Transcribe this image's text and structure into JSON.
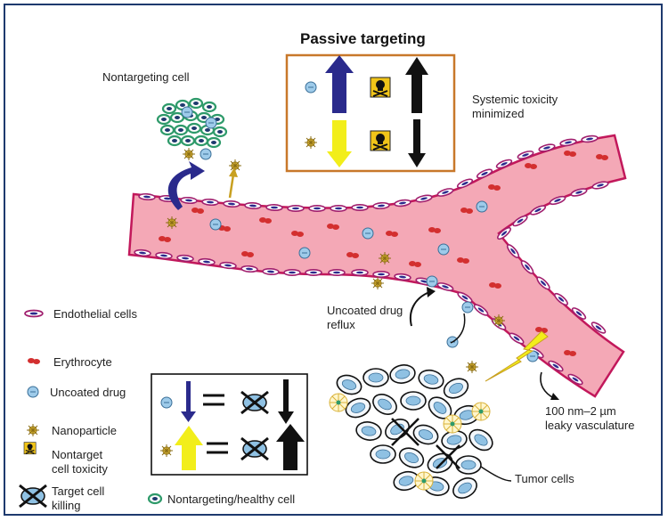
{
  "title": "Passive targeting",
  "labels": {
    "nontargeting_cell": "Nontargeting cell",
    "systemic_toxicity": [
      "Systemic toxicity",
      "minimized"
    ],
    "uncoated_reflux": [
      "Uncoated drug",
      "reflux"
    ],
    "leaky_vasculature": [
      "100 nm–2 µm",
      "leaky vasculature"
    ],
    "tumor_cells": "Tumor cells"
  },
  "legend": {
    "endothelial": "Endothelial cells",
    "erythrocyte": "Erythrocyte",
    "uncoated_drug": "Uncoated drug",
    "nanoparticle": "Nanoparticle",
    "nontarget_toxicity": [
      "Nontarget",
      "cell toxicity"
    ],
    "target_killing": [
      "Target cell",
      "killing"
    ],
    "healthy_cell": "Nontargeting/healthy cell"
  },
  "colors": {
    "vessel": "#f4a8b6",
    "vessel_wall": "#c2185b",
    "erythrocyte": "#d32f2f",
    "drug": "#9ecbea",
    "nanoparticle": "#e8c13a",
    "up_arrow_blue": "#2a2a8c",
    "up_arrow_yellow": "#f2ee1a",
    "box_border": "#c8782a",
    "healthy_cell": "#2e9a6a"
  },
  "icons": [
    "skull-crossbones-icon",
    "target-killing-icon",
    "curved-arrow-icon",
    "up-arrow-icon",
    "down-arrow-icon",
    "equals-icon"
  ]
}
